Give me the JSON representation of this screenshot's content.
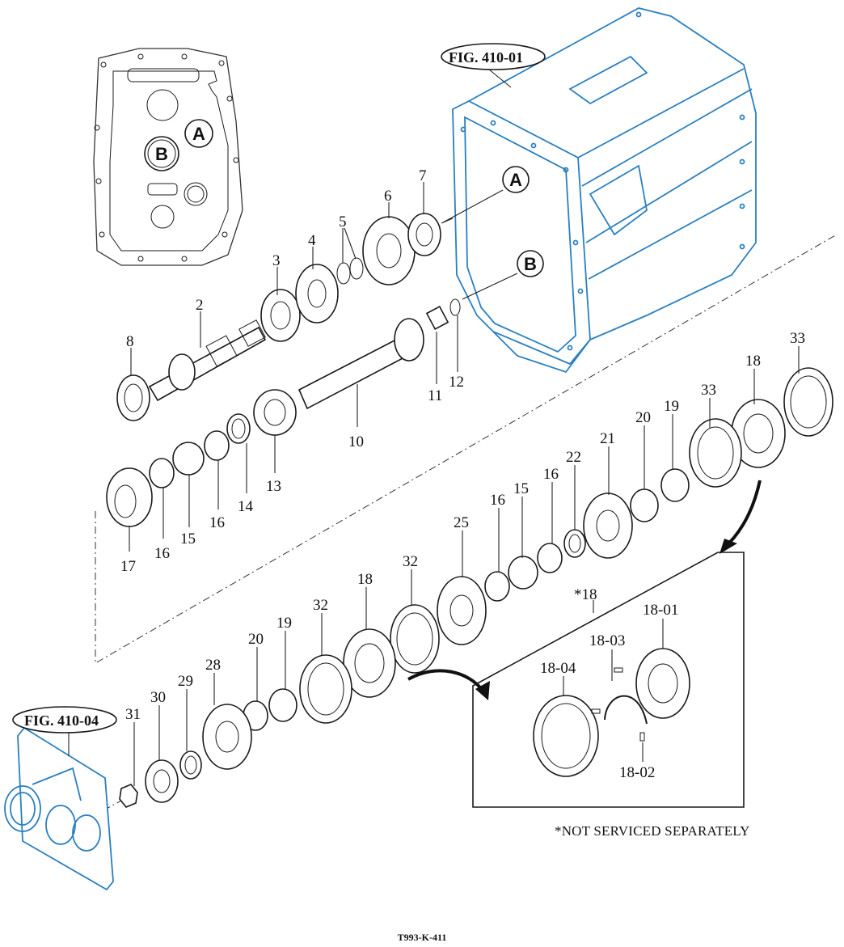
{
  "diagram": {
    "drawing_code": "T993-K-411",
    "note": "*NOT SERVICED SEPARATELY",
    "figure_refs": [
      {
        "id": "fig-410-01",
        "label": "FIG. 410-01",
        "color": "#2a7fc0"
      },
      {
        "id": "fig-410-04",
        "label": "FIG. 410-04",
        "color": "#2a7fc0"
      }
    ],
    "location_markers": [
      {
        "id": "A",
        "label": "A"
      },
      {
        "id": "B",
        "label": "B"
      }
    ],
    "detail_box": {
      "title": "*18",
      "sub_parts": [
        "18-01",
        "18-02",
        "18-03",
        "18-04"
      ]
    },
    "part_labels": {
      "p2": "2",
      "p3": "3",
      "p4": "4",
      "p5": "5",
      "p6": "6",
      "p7": "7",
      "p8": "8",
      "p10": "10",
      "p11": "11",
      "p12": "12",
      "p13": "13",
      "p14": "14",
      "p15a": "15",
      "p16a": "16",
      "p16b": "16",
      "p17": "17",
      "p33a": "33",
      "p18a": "18",
      "p33b": "33",
      "p19a": "19",
      "p20a": "20",
      "p21": "21",
      "p22": "22",
      "p16c": "16",
      "p15b": "15",
      "p16d": "16",
      "p25": "25",
      "p32a": "32",
      "p18b": "18",
      "p32b": "32",
      "p19b": "19",
      "p20b": "20",
      "p28": "28",
      "p29": "29",
      "p30": "30",
      "p31": "31",
      "p18_01": "18-01",
      "p18_02": "18-02",
      "p18_03": "18-03",
      "p18_04": "18-04",
      "p18star": "*18"
    }
  }
}
